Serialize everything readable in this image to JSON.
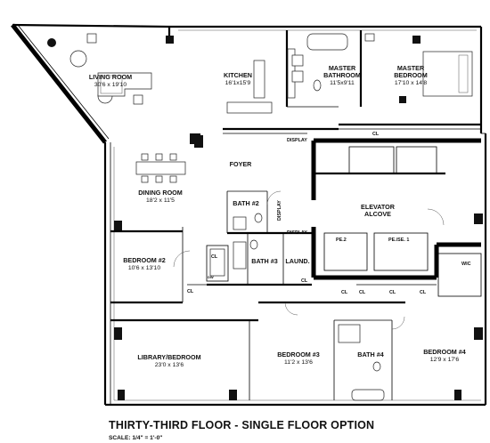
{
  "title": "THIRTY-THIRD FLOOR - SINGLE FLOOR OPTION",
  "scale": "SCALE:  1/4\" = 1'-0\"",
  "rooms": {
    "living": {
      "name": "LIVING ROOM",
      "dim": "30'6 x 19'10"
    },
    "kitchen": {
      "name": "KITCHEN",
      "dim": "16'1x15'9"
    },
    "master_bath": {
      "name1": "MASTER",
      "name2": "BATHROOM",
      "dim": "11'5x9'11"
    },
    "master_bed": {
      "name1": "MASTER",
      "name2": "BEDROOM",
      "dim": "17'10 x 14'8"
    },
    "foyer": {
      "name": "FOYER"
    },
    "dining": {
      "name": "DINING ROOM",
      "dim": "18'2 x 11'5"
    },
    "bath2": {
      "name": "BATH #2"
    },
    "elevator": {
      "name1": "ELEVATOR",
      "name2": "ALCOVE"
    },
    "bedroom2": {
      "name": "BEDROOM #2",
      "dim": "10'6 x 13'10"
    },
    "bath3": {
      "name": "BATH #3"
    },
    "laundry": {
      "name": "LAUND."
    },
    "library": {
      "name": "LIBRARY/BEDROOM",
      "dim": "23'0 x 13'6"
    },
    "bedroom3": {
      "name": "BEDROOM #3",
      "dim": "11'2 x 13'6"
    },
    "bath4": {
      "name": "BATH #4"
    },
    "bedroom4": {
      "name": "BEDROOM #4",
      "dim": "12'9 x 17'6"
    }
  },
  "tags": {
    "cl": "CL",
    "display": "DISPLAY",
    "pe2": "PE.2",
    "pese1": "PE./SE. 1",
    "wic": "WIC",
    "dw": "DW"
  }
}
